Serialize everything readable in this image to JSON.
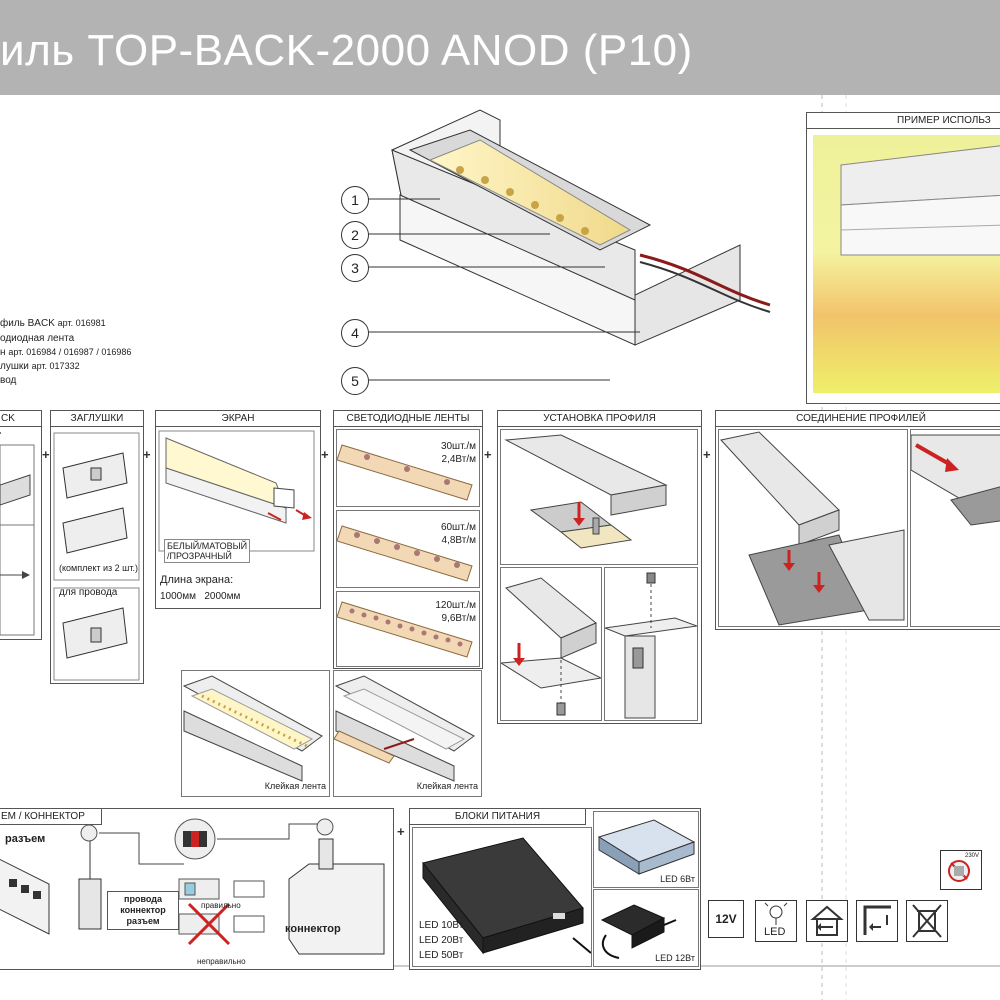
{
  "header": {
    "title": "иль TOP-BACK-2000 ANOD (P10)"
  },
  "legend": [
    {
      "text": "филь BACK",
      "art": "арт. 016981"
    },
    {
      "text": "одиодная лента",
      "art": ""
    },
    {
      "text": "н",
      "art": "арт. 016984 / 016987 / 016986"
    },
    {
      "text": "лушки",
      "art": "арт. 017332"
    },
    {
      "text": "вод",
      "art": ""
    }
  ],
  "callouts": [
    "1",
    "2",
    "3",
    "4",
    "5"
  ],
  "example_panel": {
    "title": "ПРИМЕР ИСПОЛЬЗ"
  },
  "panels": {
    "back": {
      "title": "CK"
    },
    "caps": {
      "title": "ЗАГЛУШКИ",
      "kit_label": "(комплект из 2 шт.)",
      "wire_label": "для провода"
    },
    "screen": {
      "title": "ЭКРАН",
      "type_label_1": "БЕЛЫЙ/МАТОВЫЙ",
      "type_label_2": "/ПРОЗРАЧНЫЙ",
      "length_label": "Длина экрана:",
      "lengths": "1000мм   2000мм"
    },
    "strips": {
      "title": "СВЕТОДИОДНЫЕ ЛЕНТЫ",
      "items": [
        {
          "density": "30шт./м",
          "power": "2,4Вт/м"
        },
        {
          "density": "60шт./м",
          "power": "4,8Вт/м"
        },
        {
          "density": "120шт./м",
          "power": "9,6Вт/м"
        }
      ]
    },
    "install": {
      "title": "УСТАНОВКА ПРОФИЛЯ"
    },
    "join": {
      "title": "СОЕДИНЕНИЕ ПРОФИЛЕЙ"
    },
    "tape_labels": [
      "Клейкая лента",
      "Клейкая лента"
    ],
    "connector": {
      "title": "ЕМ / КОННЕКТОР",
      "razem": "разъем",
      "wires_1": "провода",
      "wires_2": "коннектор",
      "wires_3": "разъем",
      "correct": "правильно",
      "wrong": "неправильно",
      "connector_label": "коннектор"
    },
    "power": {
      "title": "БЛОКИ ПИТАНИЯ",
      "led_list": [
        "LED 10Вт",
        "LED 20Вт",
        "LED 50Вт"
      ],
      "led6": "LED 6Вт",
      "led12": "LED 12Вт"
    }
  },
  "icons": {
    "voltage": "12V",
    "led": "LED",
    "v230": "230V"
  },
  "plus_sign": "+"
}
